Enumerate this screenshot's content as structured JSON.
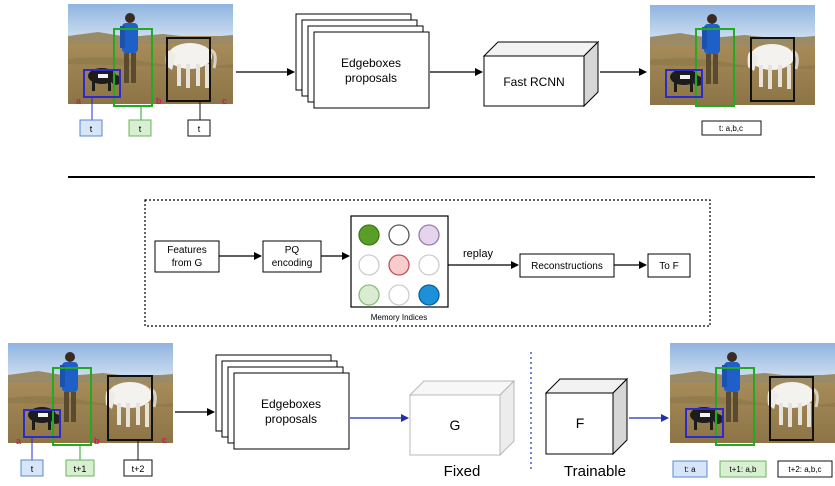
{
  "top": {
    "tag_person": "t",
    "tag_dog": "t",
    "tag_horse": "t",
    "label_a": "a",
    "label_b": "b",
    "label_c": "c",
    "proposals_line1": "Edgeboxes",
    "proposals_line2": "proposals",
    "fast_rcnn": "Fast RCNN",
    "output_tag": "t: a,b,c"
  },
  "memory": {
    "features_line1": "Features",
    "features_line2": "from G",
    "pq_line1": "PQ",
    "pq_line2": "encoding",
    "replay": "replay",
    "reconstructions": "Reconstructions",
    "to_f": "To F",
    "caption": "Memory Indices",
    "cells": [
      {
        "fill": "#5a9e2a",
        "stroke": "#3b7a12"
      },
      {
        "fill": "#ffffff",
        "stroke": "#555555"
      },
      {
        "fill": "#e4d4ec",
        "stroke": "#9a7aa8"
      },
      {
        "fill": "#ffffff",
        "stroke": "#cccccc"
      },
      {
        "fill": "#f6cccc",
        "stroke": "#c45050"
      },
      {
        "fill": "#ffffff",
        "stroke": "#cccccc"
      },
      {
        "fill": "#d8ecd0",
        "stroke": "#8dbb7a"
      },
      {
        "fill": "#ffffff",
        "stroke": "#cccccc"
      },
      {
        "fill": "#1c90d8",
        "stroke": "#0c5e9a"
      }
    ]
  },
  "bottom": {
    "tag_t": "t",
    "tag_t1": "t+1",
    "tag_t2": "t+2",
    "label_a": "a",
    "label_b": "b",
    "label_c": "c",
    "proposals_line1": "Edgeboxes",
    "proposals_line2": "proposals",
    "g_label": "G",
    "f_label": "F",
    "fixed": "Fixed",
    "trainable": "Trainable",
    "out_tag_1": "t: a",
    "out_tag_2": "t+1: a,b",
    "out_tag_3": "t+2: a,b,c"
  },
  "colors": {
    "blue_box": "#2a2ad0",
    "green_box": "#22aa22",
    "black_box": "#111111",
    "label_red": "#e0105a",
    "tag_blue_bg": "#d6e6f8",
    "tag_green_bg": "#d8efd2",
    "arrow_blue": "#1f2fb0",
    "sky": "#7ea6d6",
    "ground": "#a88e5c"
  }
}
